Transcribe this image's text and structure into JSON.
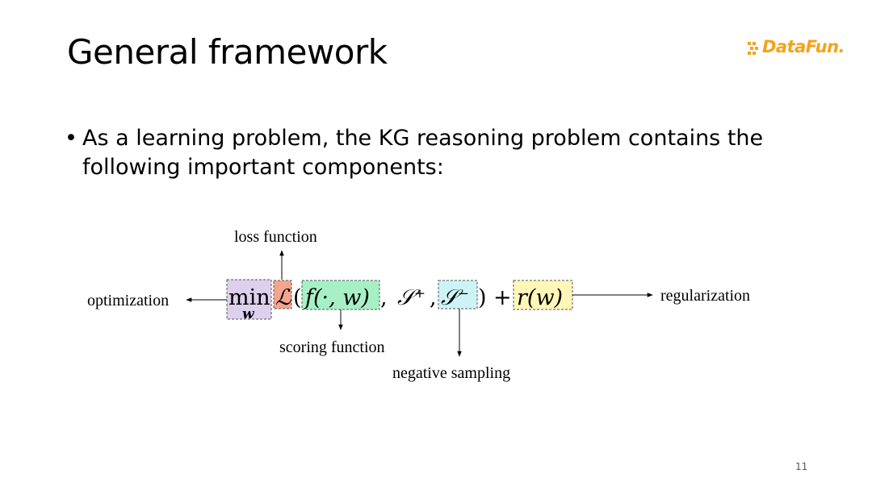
{
  "slide": {
    "title": "General framework",
    "bullet": "As a learning problem, the KG reasoning problem contains the following important components:",
    "page_number": "11"
  },
  "logo": {
    "text": "DataFun.",
    "color": "#f5a21b"
  },
  "formula": {
    "min": "min",
    "min_sub": "w",
    "loss_symbol": "ℒ",
    "open_paren": "(",
    "scoring": "f(·, w)",
    "comma1": ",",
    "s_plus": "𝒮⁺",
    "comma2": ",",
    "s_minus": "𝒮⁻",
    "close_paren": ")",
    "plus": "+",
    "regularizer": "r(w)"
  },
  "annotations": {
    "optimization": "optimization",
    "loss_function": "loss function",
    "scoring_function": "scoring function",
    "negative_sampling": "negative sampling",
    "regularization": "regularization"
  },
  "colors": {
    "min_box": "#ddd0ec",
    "loss_box": "#f4a58f",
    "scoring_box": "#a7f0c6",
    "neg_box": "#cdf3f7",
    "reg_box": "#fff6b8"
  }
}
